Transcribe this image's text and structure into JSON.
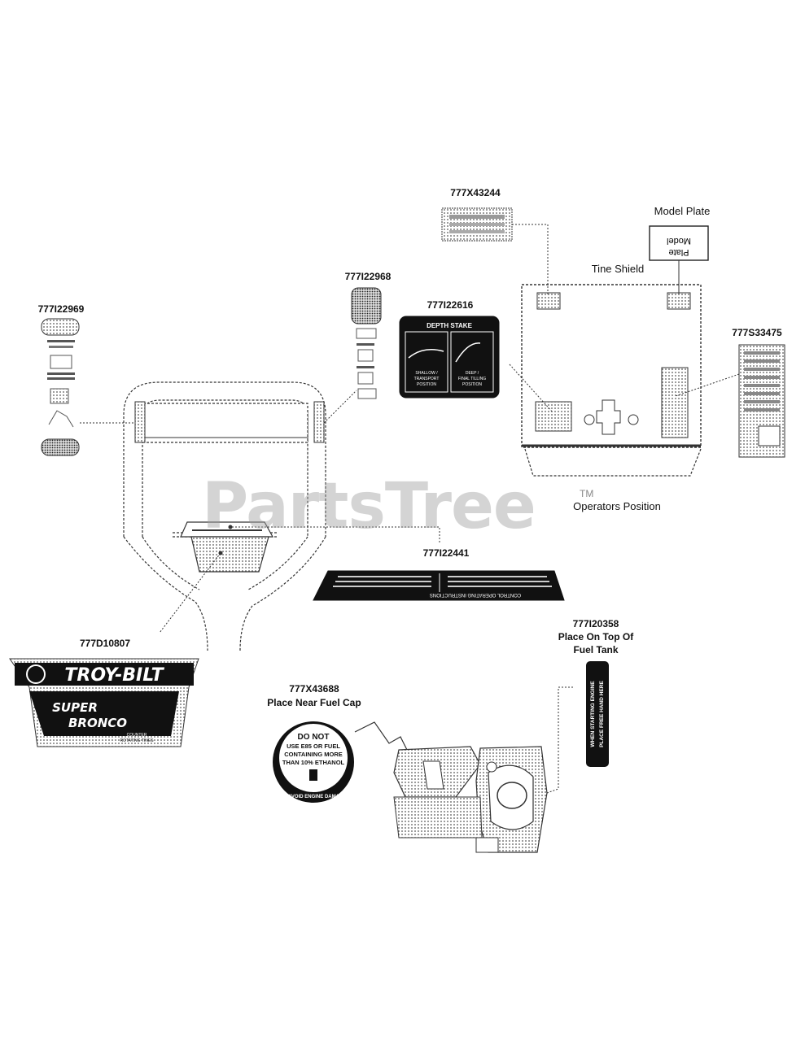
{
  "labels": {
    "p_777X43244": "777X43244",
    "model_plate": "Model Plate",
    "tine_shield": "Tine Shield",
    "p_777I22968": "777I22968",
    "p_777I22969": "777I22969",
    "p_777I22616": "777I22616",
    "p_777S33475": "777S33475",
    "operators_position": "Operators Position",
    "p_777I22441": "777I22441",
    "p_777D10807": "777D10807",
    "p_777I20358": "777I20358",
    "place_top_fuel_tank_1": "Place On Top Of",
    "place_top_fuel_tank_2": "Fuel Tank",
    "p_777X43688": "777X43688",
    "place_near_fuel_cap": "Place Near Fuel Cap"
  },
  "decals": {
    "model_plate_text_1": "Model",
    "model_plate_text_2": "Plate",
    "depth_stake_title": "DEPTH STAKE",
    "depth_stake_left_1": "SHALLOW /",
    "depth_stake_left_2": "TRANSPORT",
    "depth_stake_left_3": "POSITION",
    "depth_stake_right_1": "DEEP /",
    "depth_stake_right_2": "FINAL TILLING",
    "depth_stake_right_3": "POSITION",
    "control_instructions": "CONTROL OPERATING INSTRUCTIONS",
    "brand": "TROY-BILT",
    "model_line_1": "SUPER",
    "model_line_2": "BRONCO",
    "tag_line_1": "COUNTER",
    "tag_line_2": "ROTATING TINES",
    "fuel_warning_1": "DO NOT",
    "fuel_warning_2": "USE E85 OR FUEL",
    "fuel_warning_3": "CONTAINING MORE",
    "fuel_warning_4": "THAN 10% ETHANOL",
    "fuel_warning_ring": "TO AVOID ENGINE DAMAGE",
    "start_warning_1": "WHEN STARTING ENGINE",
    "start_warning_2": "PLACE FREE HAND HERE"
  },
  "watermark": "PartsTree",
  "watermark_tm": "TM"
}
